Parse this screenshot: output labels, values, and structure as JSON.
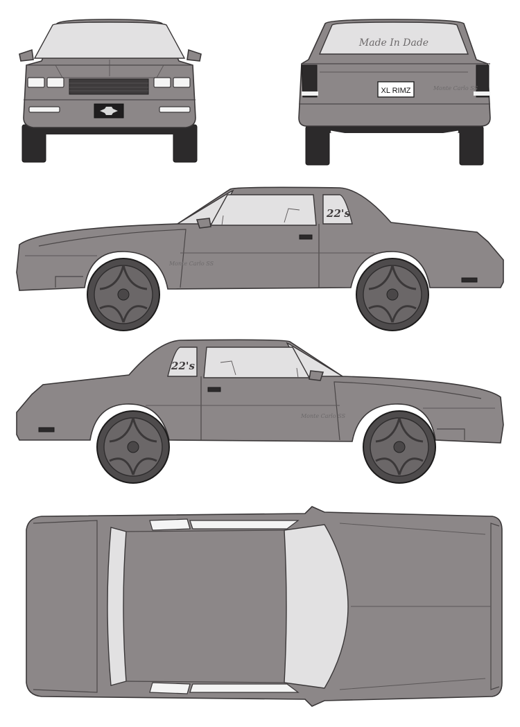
{
  "rear_window_decal": "Made In Dade",
  "license_plate": "XL RIMZ",
  "wheel_decal": "22's",
  "badge_text": "Monte Carlo SS",
  "colors": {
    "paint": "#8c8788",
    "glass": "#e2e1e2",
    "tire": "#4e4b4c",
    "trim": "#2c2a2b"
  },
  "views": [
    "front",
    "rear",
    "left-side",
    "right-side",
    "top"
  ]
}
